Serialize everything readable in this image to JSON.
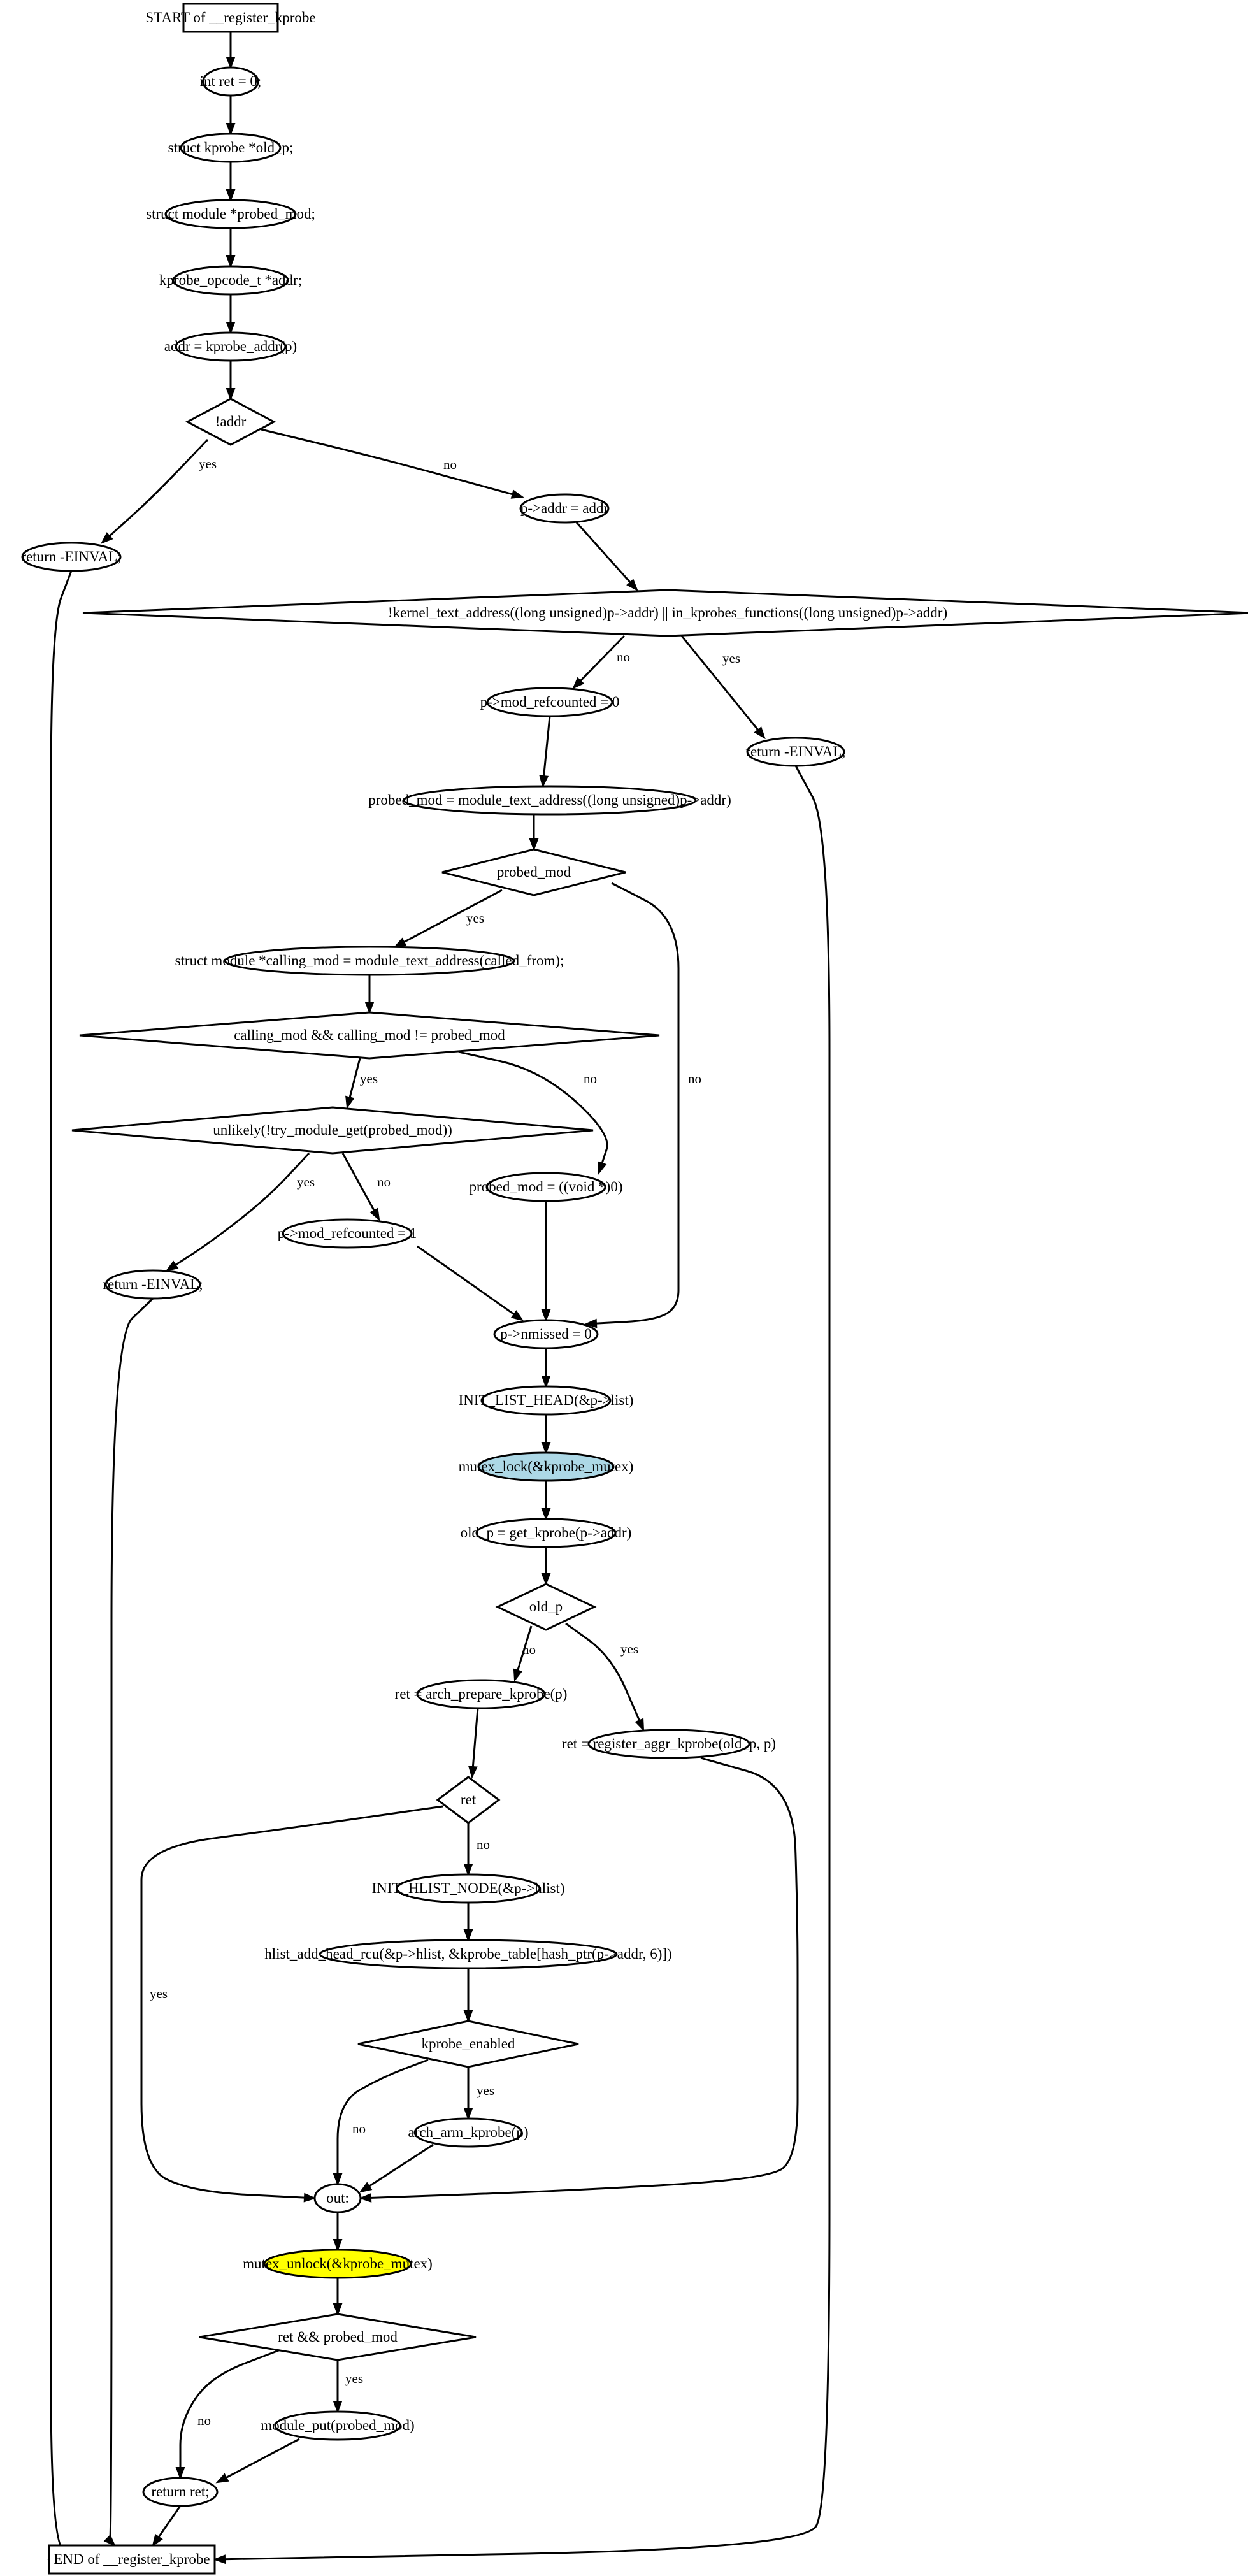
{
  "nodes": {
    "start": {
      "label": "START of __register_kprobe",
      "shape": "box"
    },
    "n1": {
      "label": "int ret = 0;",
      "shape": "ellipse"
    },
    "n2": {
      "label": "struct kprobe *old_p;",
      "shape": "ellipse"
    },
    "n3": {
      "label": "struct module *probed_mod;",
      "shape": "ellipse"
    },
    "n4": {
      "label": "kprobe_opcode_t *addr;",
      "shape": "ellipse"
    },
    "n5": {
      "label": "addr = kprobe_addr(p)",
      "shape": "ellipse"
    },
    "d1": {
      "label": "!addr",
      "shape": "diamond"
    },
    "ret1": {
      "label": "return -EINVAL;",
      "shape": "ellipse"
    },
    "n6": {
      "label": "p->addr = addr",
      "shape": "ellipse"
    },
    "d2": {
      "label": "!kernel_text_address((long unsigned)p->addr) || in_kprobes_functions((long unsigned)p->addr)",
      "shape": "diamond"
    },
    "n7": {
      "label": "p->mod_refcounted = 0",
      "shape": "ellipse"
    },
    "ret2": {
      "label": "return -EINVAL;",
      "shape": "ellipse"
    },
    "n8": {
      "label": "probed_mod = module_text_address((long unsigned)p->addr)",
      "shape": "ellipse"
    },
    "d3": {
      "label": "probed_mod",
      "shape": "diamond"
    },
    "n9": {
      "label": "struct module *calling_mod = module_text_address(called_from);",
      "shape": "ellipse"
    },
    "d4": {
      "label": "calling_mod && calling_mod != probed_mod",
      "shape": "diamond"
    },
    "d5": {
      "label": "unlikely(!try_module_get(probed_mod))",
      "shape": "diamond"
    },
    "n10": {
      "label": "probed_mod = ((void *)0)",
      "shape": "ellipse"
    },
    "n11": {
      "label": "p->mod_refcounted = 1",
      "shape": "ellipse"
    },
    "ret3": {
      "label": "return -EINVAL;",
      "shape": "ellipse"
    },
    "n12": {
      "label": "p->nmissed = 0",
      "shape": "ellipse"
    },
    "n13": {
      "label": "INIT_LIST_HEAD(&p->list)",
      "shape": "ellipse"
    },
    "n14": {
      "label": "mutex_lock(&kprobe_mutex)",
      "shape": "ellipse",
      "fill": "#add8e6"
    },
    "n15": {
      "label": "old_p = get_kprobe(p->addr)",
      "shape": "ellipse"
    },
    "d6": {
      "label": "old_p",
      "shape": "diamond"
    },
    "n16": {
      "label": "ret = arch_prepare_kprobe(p)",
      "shape": "ellipse"
    },
    "n17": {
      "label": "ret = register_aggr_kprobe(old_p, p)",
      "shape": "ellipse"
    },
    "d7": {
      "label": "ret",
      "shape": "diamond"
    },
    "n18": {
      "label": "INIT_HLIST_NODE(&p->hlist)",
      "shape": "ellipse"
    },
    "n19": {
      "label": "hlist_add_head_rcu(&p->hlist, &kprobe_table[hash_ptr(p->addr, 6)])",
      "shape": "ellipse"
    },
    "d8": {
      "label": "kprobe_enabled",
      "shape": "diamond"
    },
    "n20": {
      "label": "arch_arm_kprobe(p)",
      "shape": "ellipse"
    },
    "out": {
      "label": "out:",
      "shape": "ellipse"
    },
    "n21": {
      "label": "mutex_unlock(&kprobe_mutex)",
      "shape": "ellipse",
      "fill": "#ffff00"
    },
    "d9": {
      "label": "ret && probed_mod",
      "shape": "diamond"
    },
    "n22": {
      "label": "module_put(probed_mod)",
      "shape": "ellipse"
    },
    "ret4": {
      "label": "return ret;",
      "shape": "ellipse"
    },
    "end": {
      "label": "END of __register_kprobe",
      "shape": "box"
    }
  },
  "edges": [
    {
      "id": "start-n1",
      "from": "start",
      "to": "n1",
      "label": ""
    },
    {
      "id": "n1-n2",
      "from": "n1",
      "to": "n2",
      "label": ""
    },
    {
      "id": "n2-n3",
      "from": "n2",
      "to": "n3",
      "label": ""
    },
    {
      "id": "n3-n4",
      "from": "n3",
      "to": "n4",
      "label": ""
    },
    {
      "id": "n4-n5",
      "from": "n4",
      "to": "n5",
      "label": ""
    },
    {
      "id": "n5-d1",
      "from": "n5",
      "to": "d1",
      "label": ""
    },
    {
      "id": "d1-ret1",
      "from": "d1",
      "to": "ret1",
      "label": "yes"
    },
    {
      "id": "d1-n6",
      "from": "d1",
      "to": "n6",
      "label": "no"
    },
    {
      "id": "n6-d2",
      "from": "n6",
      "to": "d2",
      "label": ""
    },
    {
      "id": "d2-n7",
      "from": "d2",
      "to": "n7",
      "label": "no"
    },
    {
      "id": "d2-ret2",
      "from": "d2",
      "to": "ret2",
      "label": "yes"
    },
    {
      "id": "n7-n8",
      "from": "n7",
      "to": "n8",
      "label": ""
    },
    {
      "id": "n8-d3",
      "from": "n8",
      "to": "d3",
      "label": ""
    },
    {
      "id": "d3-n9",
      "from": "d3",
      "to": "n9",
      "label": "yes"
    },
    {
      "id": "d3-n12",
      "from": "d3",
      "to": "n12",
      "label": "no"
    },
    {
      "id": "n9-d4",
      "from": "n9",
      "to": "d4",
      "label": ""
    },
    {
      "id": "d4-d5",
      "from": "d4",
      "to": "d5",
      "label": "yes"
    },
    {
      "id": "d4-n10",
      "from": "d4",
      "to": "n10",
      "label": "no"
    },
    {
      "id": "d5-ret3",
      "from": "d5",
      "to": "ret3",
      "label": "yes"
    },
    {
      "id": "d5-n11",
      "from": "d5",
      "to": "n11",
      "label": "no"
    },
    {
      "id": "n10-n12",
      "from": "n10",
      "to": "n12",
      "label": ""
    },
    {
      "id": "n11-n12",
      "from": "n11",
      "to": "n12",
      "label": ""
    },
    {
      "id": "n12-n13",
      "from": "n12",
      "to": "n13",
      "label": ""
    },
    {
      "id": "n13-n14",
      "from": "n13",
      "to": "n14",
      "label": ""
    },
    {
      "id": "n14-n15",
      "from": "n14",
      "to": "n15",
      "label": ""
    },
    {
      "id": "n15-d6",
      "from": "n15",
      "to": "d6",
      "label": ""
    },
    {
      "id": "d6-n16",
      "from": "d6",
      "to": "n16",
      "label": "no"
    },
    {
      "id": "d6-n17",
      "from": "d6",
      "to": "n17",
      "label": "yes"
    },
    {
      "id": "n16-d7",
      "from": "n16",
      "to": "d7",
      "label": ""
    },
    {
      "id": "d7-n18",
      "from": "d7",
      "to": "n18",
      "label": "no"
    },
    {
      "id": "d7-out",
      "from": "d7",
      "to": "out",
      "label": "yes"
    },
    {
      "id": "n18-n19",
      "from": "n18",
      "to": "n19",
      "label": ""
    },
    {
      "id": "n19-d8",
      "from": "n19",
      "to": "d8",
      "label": ""
    },
    {
      "id": "d8-n20",
      "from": "d8",
      "to": "n20",
      "label": "yes"
    },
    {
      "id": "d8-out",
      "from": "d8",
      "to": "out",
      "label": "no"
    },
    {
      "id": "n20-out",
      "from": "n20",
      "to": "out",
      "label": ""
    },
    {
      "id": "n17-out",
      "from": "n17",
      "to": "out",
      "label": ""
    },
    {
      "id": "out-n21",
      "from": "out",
      "to": "n21",
      "label": ""
    },
    {
      "id": "n21-d9",
      "from": "n21",
      "to": "d9",
      "label": ""
    },
    {
      "id": "d9-n22",
      "from": "d9",
      "to": "n22",
      "label": "yes"
    },
    {
      "id": "d9-ret4",
      "from": "d9",
      "to": "ret4",
      "label": "no"
    },
    {
      "id": "n22-ret4",
      "from": "n22",
      "to": "ret4",
      "label": ""
    },
    {
      "id": "ret1-end",
      "from": "ret1",
      "to": "end",
      "label": ""
    },
    {
      "id": "ret3-end",
      "from": "ret3",
      "to": "end",
      "label": ""
    },
    {
      "id": "ret4-end",
      "from": "ret4",
      "to": "end",
      "label": ""
    },
    {
      "id": "ret2-end",
      "from": "ret2",
      "to": "end",
      "label": ""
    }
  ]
}
